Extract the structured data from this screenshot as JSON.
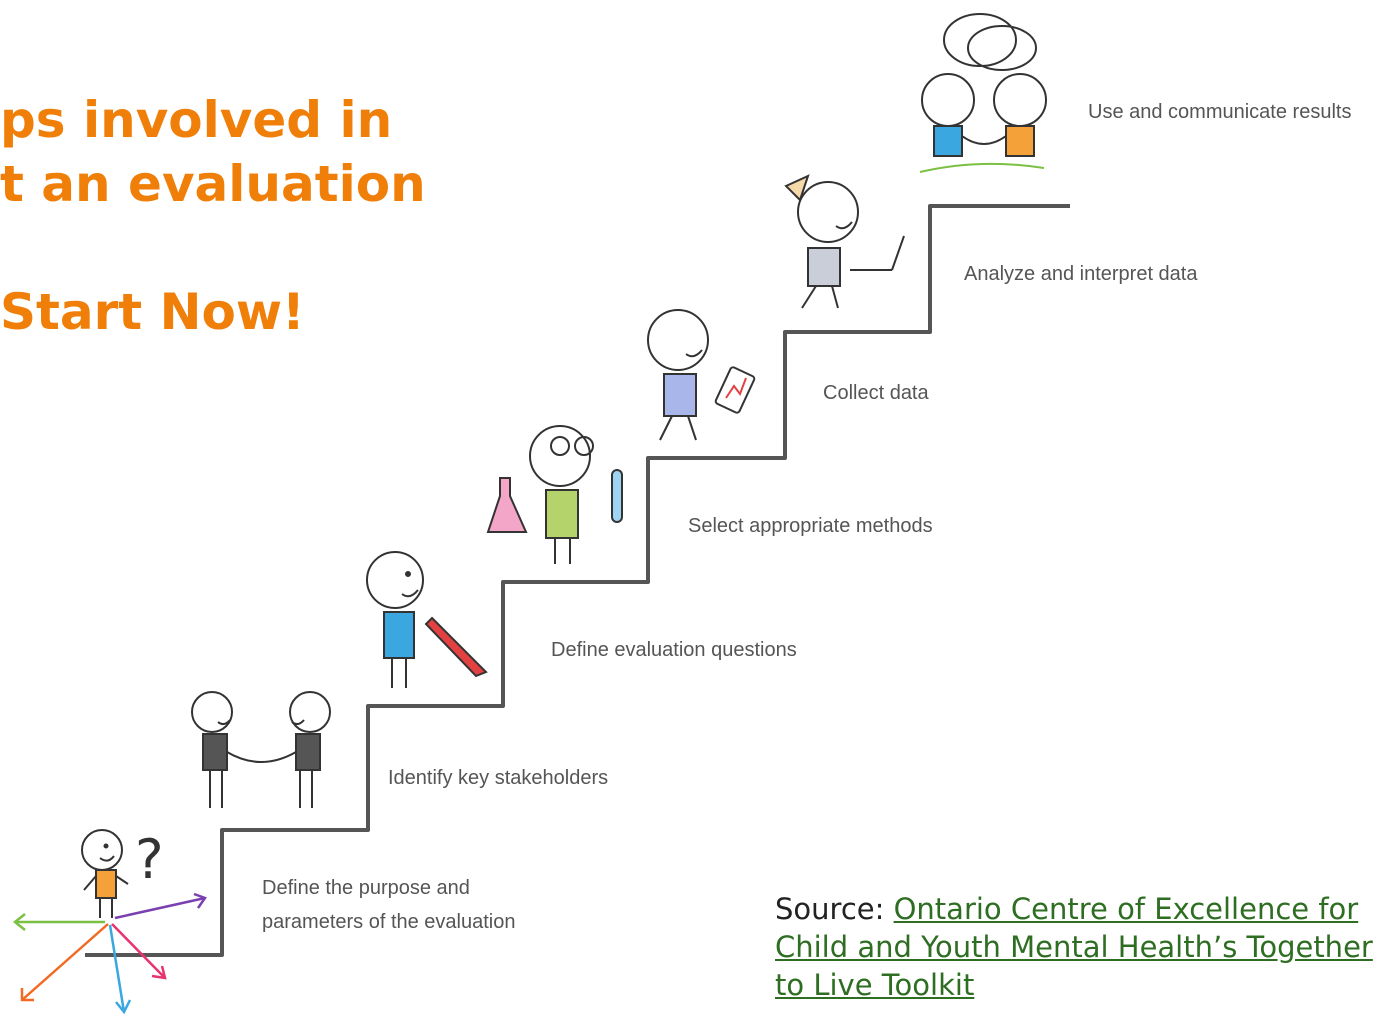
{
  "heading": {
    "line1": "ps involved in",
    "line2": "t an evaluation"
  },
  "cta": "Start Now!",
  "steps": [
    {
      "label_line1": "Define the purpose and",
      "label_line2": "parameters of the evaluation"
    },
    {
      "label": "Identify key stakeholders"
    },
    {
      "label": "Define evaluation questions"
    },
    {
      "label": "Select appropriate methods"
    },
    {
      "label": "Collect data"
    },
    {
      "label": "Analyze and interpret data"
    },
    {
      "label": "Use and communicate results"
    }
  ],
  "source": {
    "prefix": "Source: ",
    "link_text": "Ontario Centre of Excellence for Child and Youth Mental Health’s Together to Live Toolkit"
  },
  "colors": {
    "heading": "#f07f09",
    "link": "#2e6e22",
    "stairs": "#555555"
  },
  "icons": [
    "question-mark-icon",
    "handshake-icon",
    "pencil-icon",
    "flask-icon",
    "test-tube-icon",
    "tablet-icon",
    "laptop-icon",
    "speech-bubble-icon"
  ]
}
